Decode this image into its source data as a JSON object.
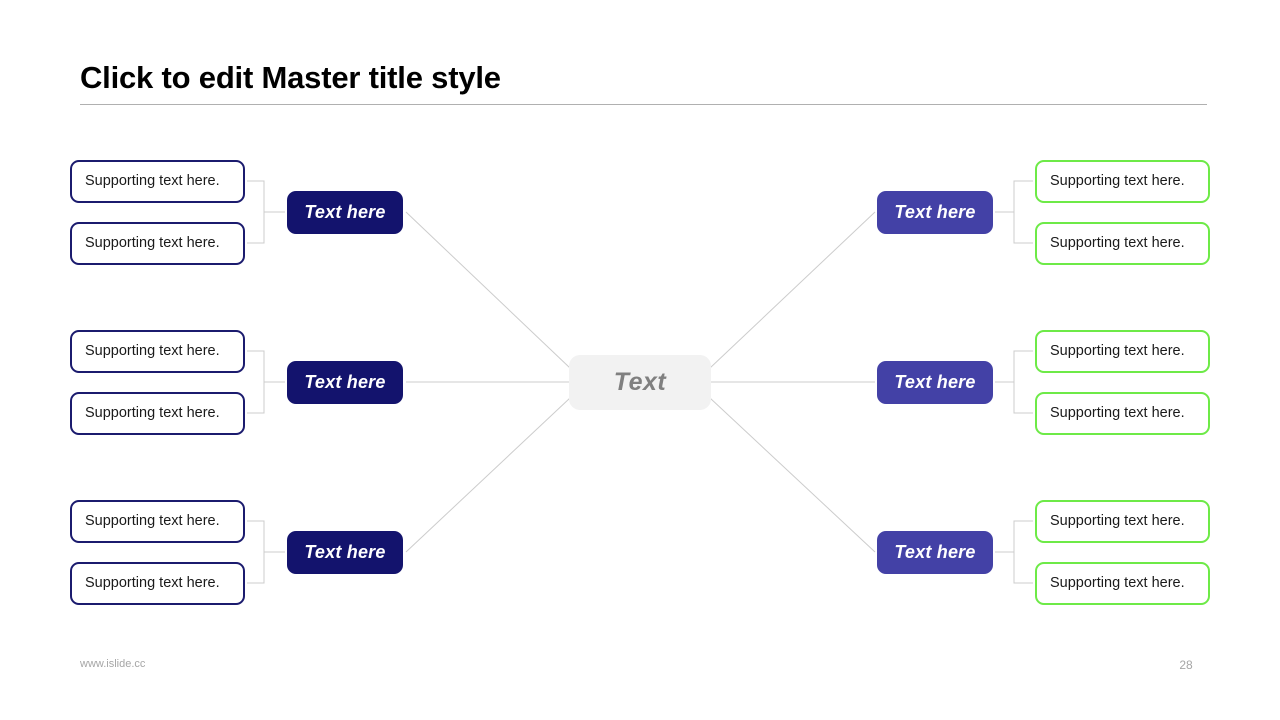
{
  "slide": {
    "title": "Click to edit Master title style",
    "center_label": "Text",
    "footer_url": "www.islide.cc",
    "page_number": "28"
  },
  "colors": {
    "navy": "#13136d",
    "navy_border": "#1b1b6e",
    "purple": "#4341a6",
    "green_border": "#6dea47",
    "center_fill": "#f2f2f2",
    "center_text": "#808080",
    "connector": "#cccccc",
    "rule": "#b0b0b0",
    "footer_text": "#a6a6a6",
    "title_text": "#000000"
  },
  "left_branches": [
    {
      "label": "Text here",
      "supports": [
        "Supporting text here.",
        "Supporting text here."
      ]
    },
    {
      "label": "Text here",
      "supports": [
        "Supporting text here.",
        "Supporting text here."
      ]
    },
    {
      "label": "Text here",
      "supports": [
        "Supporting text here.",
        "Supporting text here."
      ]
    }
  ],
  "right_branches": [
    {
      "label": "Text here",
      "supports": [
        "Supporting text here.",
        "Supporting text here."
      ]
    },
    {
      "label": "Text here",
      "supports": [
        "Supporting text here.",
        "Supporting text here."
      ]
    },
    {
      "label": "Text here",
      "supports": [
        "Supporting text here.",
        "Supporting text here."
      ]
    }
  ]
}
